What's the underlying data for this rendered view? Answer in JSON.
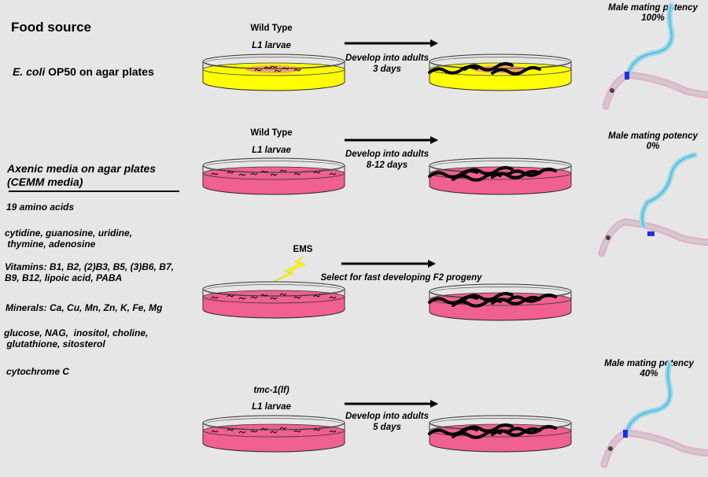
{
  "title": "Food source",
  "food_sources": {
    "ecoli": {
      "italic": "E. coli",
      "rest": " OP50 on agar plates"
    },
    "axenic": {
      "heading_line1": "Axenic media on agar plates",
      "heading_line2": "(CEMM media)",
      "ingredients": [
        [
          "19 amino acids"
        ],
        [
          "cytidine, guanosine, uridine,",
          " thymine, adenosine"
        ],
        [
          "Vitamins: B1, B2, (2)B3, B5, (3)B6, B7,",
          "B9, B12, lipoic acid, PABA"
        ],
        [
          "Minerals: Ca, Cu, Mn, Zn, K, Fe, Mg"
        ],
        [
          "glucose, NAG,  inositol, choline,",
          " glutathione, sitosterol"
        ],
        [
          "cytochrome C"
        ]
      ]
    }
  },
  "rows": [
    {
      "strain": "Wild Type",
      "stage": "L1 larvae",
      "arrow_caption": [
        "Develop into adults",
        "3 days"
      ],
      "media": "E. coli OP50",
      "potency_label": "Male mating potency",
      "potency_value": "100%"
    },
    {
      "strain": "Wild Type",
      "stage": "L1 larvae",
      "arrow_caption": [
        "Develop into adults",
        "8-12 days"
      ],
      "media": "CEMM",
      "potency_label": "Male mating potency",
      "potency_value": "0%"
    },
    {
      "mutagen": "EMS",
      "arrow_caption": [
        "Select for fast developing F2 progeny"
      ],
      "media": "CEMM"
    },
    {
      "strain": "tmc-1(lf)",
      "stage": "L1 larvae",
      "arrow_caption": [
        "Develop into adults",
        "5 days"
      ],
      "media": "CEMM",
      "potency_label": "Male mating potency",
      "potency_value": "40%"
    }
  ],
  "colors": {
    "background": "#e6e6e6",
    "yellow_agar": "#ffff00",
    "bacterial_lawn": "#f4a460",
    "pink_agar": "#f06090",
    "lightning": "#ffff00",
    "male_tail": "#4fc3e0",
    "hermaphrodite": "#f0a0c8",
    "spicule": "#2030e0"
  }
}
